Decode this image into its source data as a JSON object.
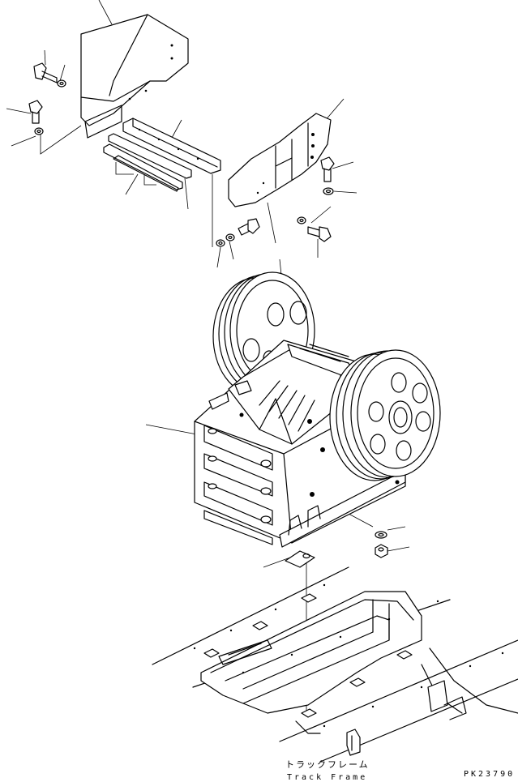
{
  "labels": {
    "track_frame_jp": "トラックフレーム",
    "track_frame_en": "Track Frame",
    "figure_code": "PK23790"
  },
  "colors": {
    "line": "#000000",
    "background": "#ffffff"
  }
}
